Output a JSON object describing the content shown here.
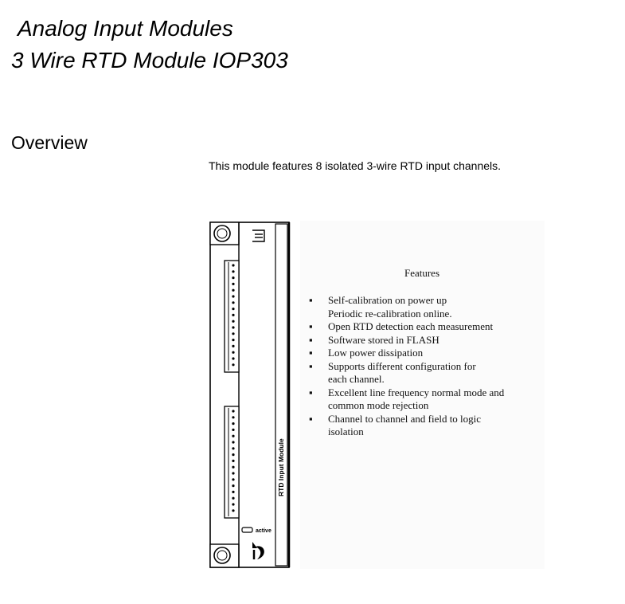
{
  "header": {
    "title_line1": "Analog Input Modules",
    "title_line2": "3 Wire RTD Module IOP303"
  },
  "overview": {
    "heading": "Overview",
    "intro": "This module features 8 isolated 3-wire RTD input channels."
  },
  "module": {
    "side_label": "RTD Input Module",
    "led_label": "active"
  },
  "features": {
    "title": "Features",
    "bullet": "▪",
    "items": [
      {
        "line1": "Self-calibration on power up",
        "line2": "Periodic re-calibration online."
      },
      {
        "line1": "Open RTD detection each measurement",
        "line2": ""
      },
      {
        "line1": "Software stored in FLASH",
        "line2": ""
      },
      {
        "line1": "Low power dissipation",
        "line2": ""
      },
      {
        "line1": "Supports different configuration for",
        "line2": "each channel."
      },
      {
        "line1": "Excellent line frequency normal mode and",
        "line2": "common mode rejection"
      },
      {
        "line1": "Channel to channel and field to logic",
        "line2": "isolation"
      }
    ]
  }
}
